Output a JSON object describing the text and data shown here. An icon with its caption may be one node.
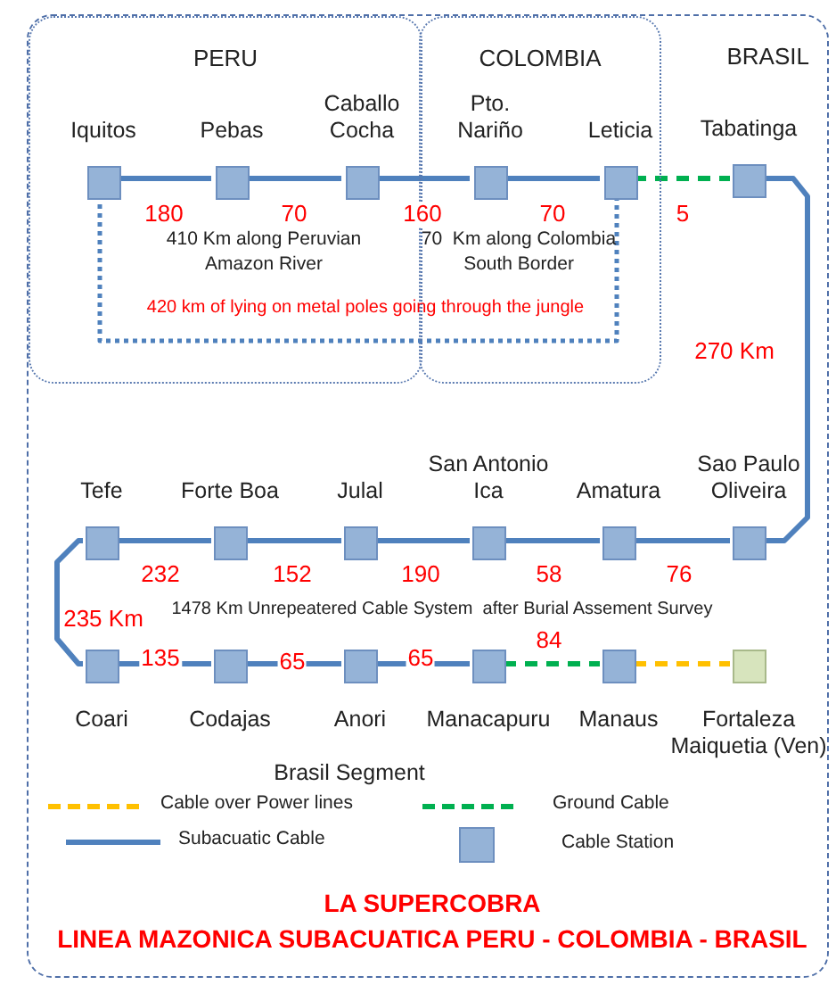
{
  "diagram": {
    "title": "LA SUPERCOBRA",
    "caption": "LINEA MAZONICA SUBACUATICA PERU - COLOMBIA - BRASIL",
    "nodes": [
      {
        "text": [
          "BRASIL"
        ]
      },
      {
        "text": [
          "PERU"
        ],
        "in": 0
      },
      {
        "text": [
          "COLOMBIA"
        ],
        "in": 0
      },
      {
        "text": [
          "Iquitos"
        ],
        "in": 1
      },
      {
        "text": [
          "Pebas"
        ],
        "in": 1
      },
      {
        "text": [
          "Caballo Cocha"
        ],
        "in": 1
      },
      {
        "text": [
          "Pto. Nariño"
        ],
        "in": 2
      },
      {
        "text": [
          "Leticia"
        ],
        "in": 2
      },
      {
        "text": [
          "Tabatinga"
        ],
        "in": 0
      },
      {
        "text": [
          "Tefe"
        ],
        "in": 0
      },
      {
        "text": [
          "Forte Boa"
        ],
        "in": 0
      },
      {
        "text": [
          "Julal"
        ],
        "in": 0
      },
      {
        "text": [
          "San Antonio Ica"
        ],
        "in": 0
      },
      {
        "text": [
          "Amatura"
        ],
        "in": 0
      },
      {
        "text": [
          "Sao Paulo Oliveira"
        ],
        "in": 0
      },
      {
        "text": [
          "Coari"
        ],
        "in": 0
      },
      {
        "text": [
          "Codajas"
        ],
        "in": 0
      },
      {
        "text": [
          "Anori"
        ],
        "in": 0
      },
      {
        "text": [
          "Manacapuru"
        ],
        "in": 0
      },
      {
        "text": [
          "Manaus"
        ],
        "in": 0
      },
      {
        "text": [
          "Fortaleza Maiquetia (Ven)"
        ],
        "in": 0
      }
    ],
    "edges": [
      {
        "from": 3,
        "to": 4,
        "arrow": "none",
        "label": "180"
      },
      {
        "from": 4,
        "to": 5,
        "arrow": "none",
        "label": "70"
      },
      {
        "from": 5,
        "to": 6,
        "arrow": "none",
        "label": "160"
      },
      {
        "from": 6,
        "to": 7,
        "arrow": "none",
        "label": "70"
      },
      {
        "from": 7,
        "to": 8,
        "arrow": "none",
        "label": "5",
        "style": "dashed",
        "color": "#00b050"
      },
      {
        "from": 8,
        "to": 14,
        "arrow": "none",
        "label": "270 Km"
      },
      {
        "from": 14,
        "to": 13,
        "arrow": "none",
        "label": "76"
      },
      {
        "from": 13,
        "to": 12,
        "arrow": "none",
        "label": "58"
      },
      {
        "from": 12,
        "to": 11,
        "arrow": "none",
        "label": "190"
      },
      {
        "from": 11,
        "to": 10,
        "arrow": "none",
        "label": "152"
      },
      {
        "from": 10,
        "to": 9,
        "arrow": "none",
        "label": "232"
      },
      {
        "from": 9,
        "to": 15,
        "arrow": "none",
        "label": "235 Km"
      },
      {
        "from": 15,
        "to": 16,
        "arrow": "none",
        "label": "135"
      },
      {
        "from": 16,
        "to": 17,
        "arrow": "none",
        "label": "65"
      },
      {
        "from": 17,
        "to": 18,
        "arrow": "none",
        "label": "65"
      },
      {
        "from": 18,
        "to": 19,
        "arrow": "none",
        "label": "84",
        "style": "dashed",
        "color": "#00b050"
      },
      {
        "from": 19,
        "to": 20,
        "arrow": "none",
        "style": "dashed",
        "color": "#ffc000"
      },
      {
        "from": 3,
        "to": 7,
        "arrow": "none",
        "style": "dashed"
      }
    ],
    "labels": [
      "410 Km along Peruvian Amazon River",
      "70  Km along Colombia South Border",
      "420 km of lying on metal poles going through the jungle",
      "1478 Km Unrepeatered Cable System  after Burial Assement Survey",
      "Brasil Segment"
    ],
    "legend": [
      {
        "text": "Cable over Power lines"
      },
      {
        "text": "Ground Cable"
      },
      {
        "text": "Subacuatic Cable"
      },
      {
        "text": "Cable Station"
      }
    ]
  }
}
